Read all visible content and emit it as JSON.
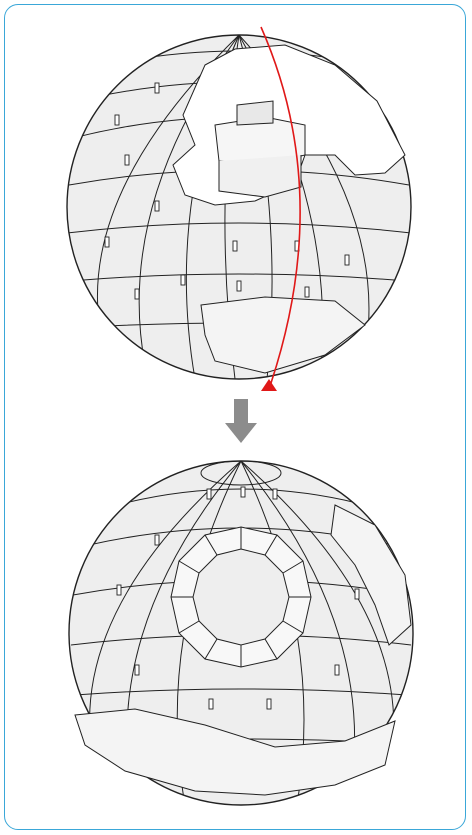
{
  "figure": {
    "steps": [
      {
        "id": "step-before",
        "view": "sphere-with-assembly-arc"
      },
      {
        "id": "step-after",
        "view": "sphere-rotated-with-dish"
      }
    ],
    "transition_icon": "down-arrow-icon",
    "rotation_icon": "rotate-arrow-icon"
  },
  "colors": {
    "frame_border": "#3aa7d8",
    "sphere_fill": "#eeeeee",
    "line": "#222222",
    "rotation_arrow": "#e01818",
    "step_arrow": "#8c8c8c"
  }
}
